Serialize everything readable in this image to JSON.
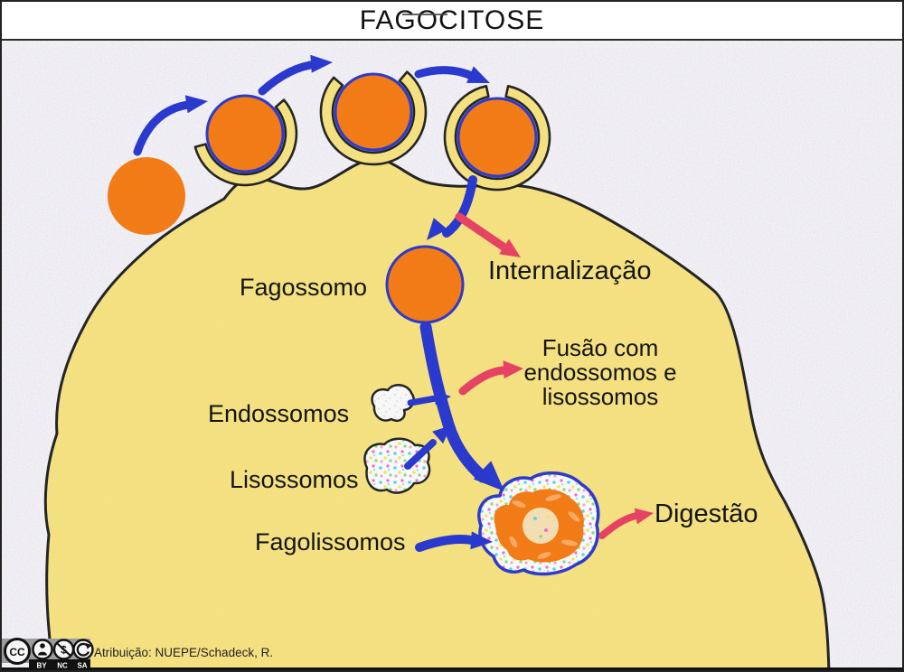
{
  "title": "FAGOCITOSE",
  "diagram": {
    "labels": {
      "fagossomo": "Fagossomo",
      "internalizacao": "Internalização",
      "fusao": {
        "line1": "Fusão com",
        "line2": "endossomos e",
        "line3": "lisossomos"
      },
      "endossomos": "Endossomos",
      "lisossomos": "Lisossomos",
      "fagolissomos": "Fagolissomos",
      "digestao": "Digestão"
    },
    "colors": {
      "cell_yellow": "#F8E37D",
      "particle_orange": "#F6770B",
      "arrow_blue": "#2030CF",
      "arrow_pink": "#E93A5E",
      "membrane_black": "#1A1A1A",
      "vesicle_membrane_blue": "#2331CF",
      "background_paper": "#EFEDF2"
    }
  },
  "footer": {
    "attribution": "Atribuição: NUEPE/Schadeck, R.",
    "license": {
      "cc": "CC",
      "labels": [
        "BY",
        "NC",
        "SA"
      ],
      "icons": [
        "cc-icon",
        "attribution-person-icon",
        "non-commercial-icon",
        "share-alike-icon"
      ]
    }
  }
}
